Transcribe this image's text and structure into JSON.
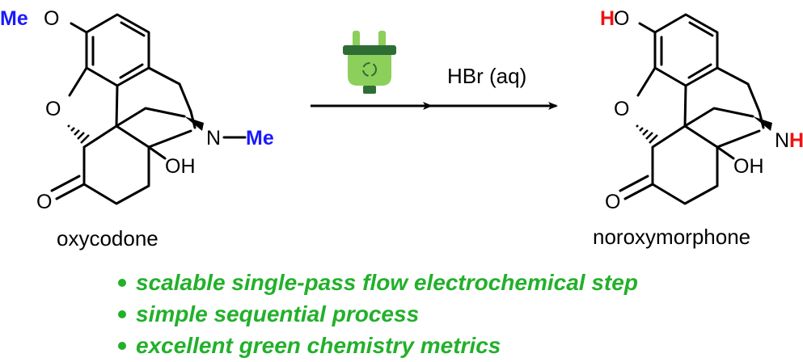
{
  "colors": {
    "methyl_highlight": "#1a1aff",
    "hydrogen_highlight": "#ee1111",
    "bullet_text": "#22b02a",
    "plug_green": "#8dcf5b",
    "plug_dark": "#2e6e35"
  },
  "reactant": {
    "name": "oxycodone",
    "labels": {
      "methoxy_me": "Me",
      "methoxy_o": "O",
      "ether_o": "O",
      "amine_n": "N",
      "n_methyl": "Me",
      "hydroxyl": "OH",
      "ketone_o": "O"
    }
  },
  "product": {
    "name": "noroxymorphone",
    "labels": {
      "phenol_h": "H",
      "phenol_o": "O",
      "ether_o": "O",
      "amine_n": "N",
      "amine_h": "H",
      "hydroxyl": "OH",
      "ketone_o": "O"
    }
  },
  "reagents": {
    "step1_icon": "electric-plug-recycle-icon",
    "step2": "HBr (aq)"
  },
  "bullets": [
    "scalable single-pass flow electrochemical step",
    "simple sequential process",
    "excellent green chemistry metrics"
  ]
}
